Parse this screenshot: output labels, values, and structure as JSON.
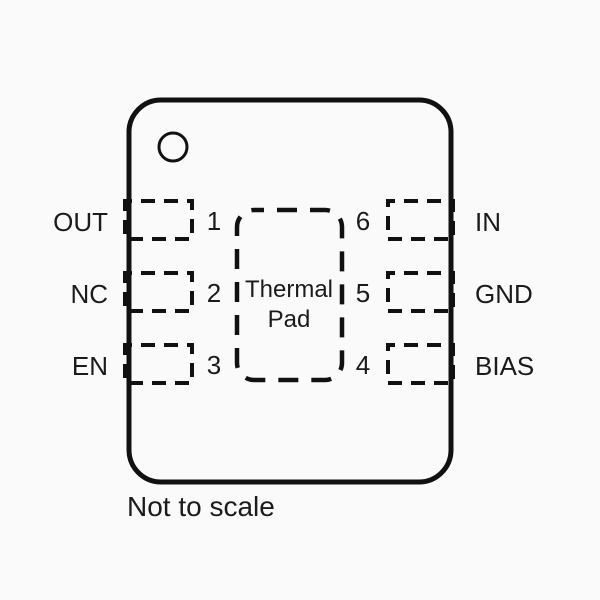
{
  "figure": {
    "note": "Not to scale"
  },
  "thermal_pad": {
    "label_line1": "Thermal",
    "label_line2": "Pad"
  },
  "pins": {
    "left": [
      {
        "number": "1",
        "label": "OUT"
      },
      {
        "number": "2",
        "label": "NC"
      },
      {
        "number": "3",
        "label": "EN"
      }
    ],
    "right": [
      {
        "number": "6",
        "label": "IN"
      },
      {
        "number": "5",
        "label": "GND"
      },
      {
        "number": "4",
        "label": "BIAS"
      }
    ]
  },
  "colors": {
    "line": "#111111",
    "text": "#1b1b1b",
    "background": "#fafafa"
  }
}
